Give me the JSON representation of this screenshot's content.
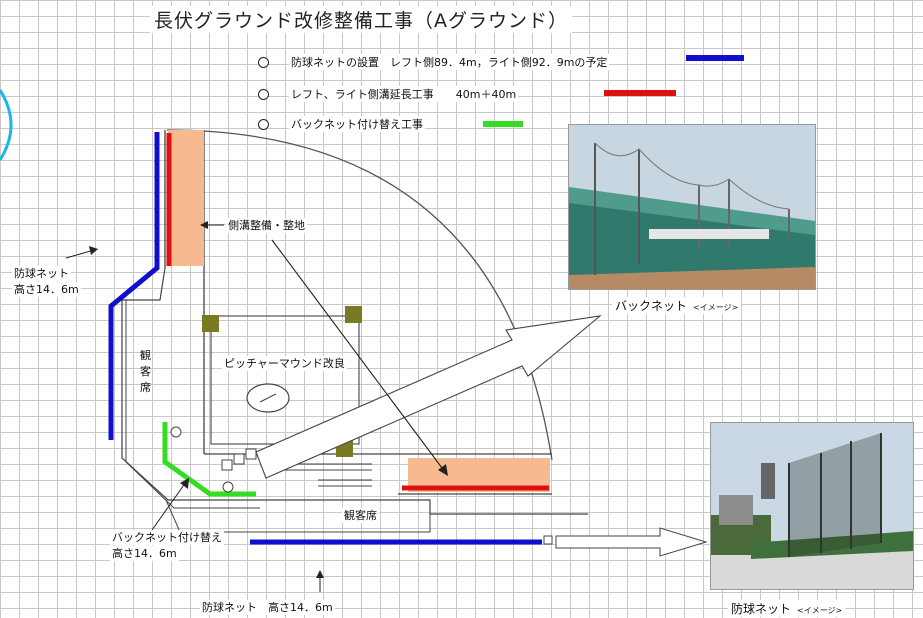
{
  "title": "長伏グラウンド改修整備工事（Aグラウンド）",
  "legend": [
    {
      "text": "防球ネットの設置　レフト側89．4m，ライト側92．9mの予定",
      "color": "#1010cc"
    },
    {
      "text": "レフト、ライト側溝延長工事　　40m＋40m",
      "color": "#dd1111"
    },
    {
      "text": "バックネット付け替え工事",
      "color": "#33dd22"
    }
  ],
  "labels": {
    "gutter": "側溝整備・整地",
    "pitcher": "ピッチャーマウンド改良",
    "stands_left": "観客席",
    "stands_bottom": "観客席",
    "net_left_1": "防球ネット",
    "net_left_2": "高さ14．6m",
    "backnet_1": "バックネット付け替え",
    "backnet_2": "高さ14．6m",
    "net_bottom": "防球ネット　高さ14．6m"
  },
  "photos": {
    "backnet_caption": "バックネット",
    "backnet_note": "<イメージ>",
    "ballnet_caption": "防球ネット",
    "ballnet_note": "<イメージ>"
  }
}
